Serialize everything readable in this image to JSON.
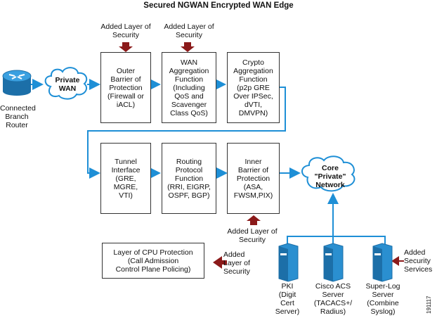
{
  "title": "Secured NGWAN Encrypted WAN Edge",
  "added_security_label": "Added Layer of\nSecurity",
  "added_security_label_inline": "Added\nLayer of\nSecurity",
  "added_security_services": "Added\nSecurity\nServices",
  "router_label": "Connected\nBranch\nRouter",
  "private_wan": "Private\nWAN",
  "core_network": "Core\n\"Private\"\nNetwork",
  "boxes": {
    "outer": "Outer\nBarrier of\nProtection\n(Firewall or\niACL)",
    "wan_agg": "WAN\nAggregation\nFunction\n(Including\nQoS and\nScavenger\nClass QoS)",
    "crypto": "Crypto\nAggregation\nFunction\n(p2p GRE\nOver IPSec,\ndVTI,\nDMVPN)",
    "tunnel": "Tunnel\nInterface\n(GRE,\nMGRE,\nVTI)",
    "routing": "Routing\nProtocol\nFunction\n(RRI, EIGRP,\nOSPF, BGP)",
    "inner": "Inner\nBarrier of\nProtection\n(ASA,\nFWSM,PIX)",
    "cpu": "Layer of CPU Protection\n(Call Admission\nControl Plane Policing)"
  },
  "servers": [
    "PKI\n(Digit\nCert\nServer)",
    "Cisco ACS\nServer\n(TACACS+/\nRadius)",
    "Super-Log\nServer\n(Combine\nSyslog)"
  ],
  "figure_id": "191117",
  "colors": {
    "flow": "#1e8fd6",
    "security_arrow": "#8b1a1a",
    "router": "#2a8fd0"
  }
}
